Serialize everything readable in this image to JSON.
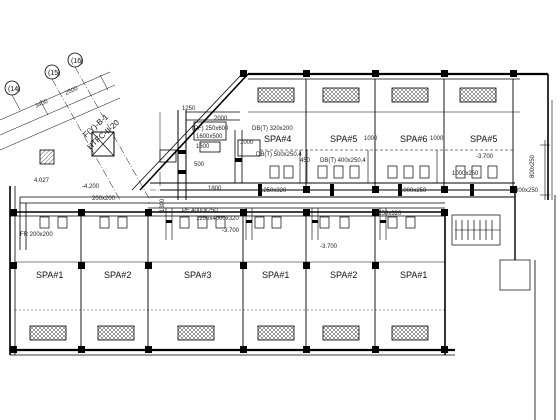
{
  "grid_axes": [
    "(14)",
    "(15)",
    "(16)"
  ],
  "dimensions": [
    "3400",
    "2500"
  ],
  "top_codes": [
    "F(Y)-B-1",
    "HTFC-II-20"
  ],
  "duct_labels": {
    "db_a": "DB(T) 320x200",
    "db_b": "DB(T) 500x250,4",
    "db_c": "DB(T) 400x250,4",
    "pf_a": "(PF) 250x600",
    "pf_b": "PF 4000x250",
    "fr": "FR 200x200",
    "small": "200x200",
    "sizes": [
      "1250x320",
      "1250x320",
      "1000x250",
      "800x250",
      "800x250",
      "1000x250",
      "1250x4000x320"
    ]
  },
  "level_marks": [
    "-4.200",
    "-3.700",
    "-3.700",
    "-3.700"
  ],
  "misc_numbers": [
    "1000",
    "1000",
    "1000",
    "1250",
    "1600x500",
    "1800",
    "450",
    "500",
    "2000",
    "1300",
    "1600",
    "4.027"
  ],
  "upper_rooms": [
    "SPA#4",
    "SPA#5",
    "SPA#6",
    "SPA#5"
  ],
  "lower_rooms": [
    "SPA#1",
    "SPA#2",
    "SPA#3",
    "SPA#1",
    "SPA#2",
    "SPA#1"
  ]
}
